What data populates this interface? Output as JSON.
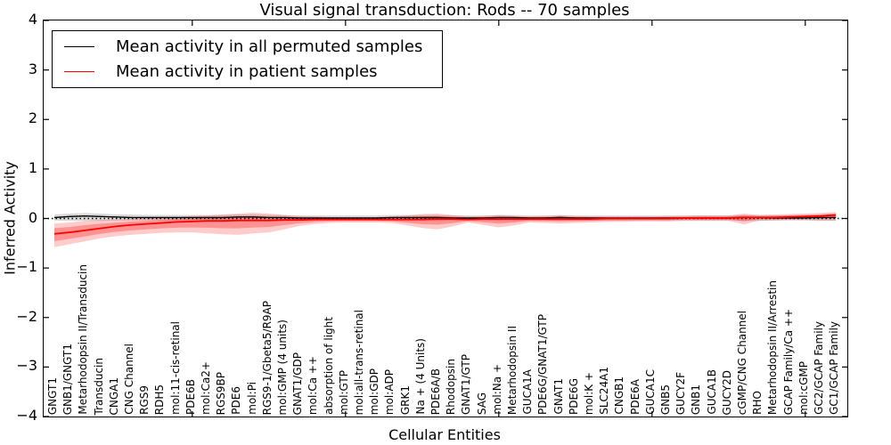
{
  "chart_data": {
    "type": "line",
    "title": "Visual signal transduction: Rods -- 70 samples",
    "xlabel": "Cellular Entities",
    "ylabel": "Inferred Activity",
    "ylim": [
      -4,
      4
    ],
    "yticks": [
      -4,
      -3,
      -2,
      -1,
      0,
      1,
      2,
      3,
      4
    ],
    "grid": false,
    "zero_line_style": "dotted",
    "legend_position": "upper left",
    "top_tick_indices": [
      9,
      19,
      29,
      39,
      49
    ],
    "categories": [
      "GNGT1",
      "GNB1/GNGT1",
      "Metarhodopsin II/Transducin",
      "Transducin",
      "CNGA1",
      "CNG Channel",
      "RGS9",
      "RDH5",
      "mol:11-cis-retinal",
      "PDE6B",
      "mol:Ca2+",
      "RGS9BP",
      "PDE6",
      "mol:Pi",
      "RGS9-1/Gbeta5/R9AP",
      "mol:GMP (4 units)",
      "GNAT1/GDP",
      "mol:Ca ++",
      "absorption of light",
      "mol:GTP",
      "mol:all-trans-retinal",
      "mol:GDP",
      "mol:ADP",
      "GRK1",
      "Na + (4 Units)",
      "PDE6A/B",
      "Rhodopsin",
      "GNAT1/GTP",
      "SAG",
      "mol:Na +",
      "Metarhodopsin II",
      "GUCA1A",
      "PDE6G/GNAT1/GTP",
      "GNAT1",
      "PDE6G",
      "mol:K +",
      "SLC24A1",
      "CNGB1",
      "PDE6A",
      "GUCA1C",
      "GNB5",
      "GUCY2F",
      "GNB1",
      "GUCA1B",
      "GUCY2D",
      "cGMP/CNG Channel",
      "RHO",
      "Metarhodopsin II/Arrestin",
      "GCAP Family/Ca ++",
      "mol:cGMP",
      "GC2/GCAP Family",
      "GC1/GCAP Family"
    ],
    "series": [
      {
        "name": "Mean activity in all permuted samples",
        "color": "#000000",
        "band_color": "#808080",
        "values": [
          0.02,
          0.04,
          0.05,
          0.04,
          0.03,
          0.02,
          0.02,
          0.02,
          0.02,
          0.02,
          0.02,
          0.02,
          0.03,
          0.03,
          0.02,
          0.02,
          0.01,
          0.01,
          0.01,
          0.01,
          0.01,
          0.01,
          0.02,
          0.02,
          0.02,
          0.02,
          0.01,
          0.01,
          0.01,
          0.02,
          0.02,
          0.01,
          0.01,
          0.02,
          0.01,
          0.01,
          0.01,
          0.01,
          0.01,
          0.01,
          0.01,
          0.01,
          0.01,
          0.01,
          0.01,
          0.02,
          0.02,
          0.01,
          0.01,
          0.01,
          0.02,
          0.02
        ],
        "band_upper": [
          0.08,
          0.1,
          0.11,
          0.1,
          0.08,
          0.08,
          0.07,
          0.07,
          0.07,
          0.07,
          0.07,
          0.07,
          0.08,
          0.08,
          0.07,
          0.07,
          0.06,
          0.06,
          0.06,
          0.06,
          0.06,
          0.06,
          0.07,
          0.07,
          0.07,
          0.07,
          0.06,
          0.06,
          0.06,
          0.07,
          0.07,
          0.06,
          0.06,
          0.07,
          0.06,
          0.06,
          0.06,
          0.06,
          0.06,
          0.06,
          0.06,
          0.06,
          0.06,
          0.06,
          0.06,
          0.07,
          0.07,
          0.06,
          0.06,
          0.06,
          0.06,
          0.06
        ],
        "band_lower": [
          -0.04,
          -0.05,
          -0.05,
          -0.05,
          -0.04,
          -0.04,
          -0.04,
          -0.04,
          -0.04,
          -0.04,
          -0.04,
          -0.04,
          -0.05,
          -0.05,
          -0.04,
          -0.04,
          -0.04,
          -0.04,
          -0.04,
          -0.04,
          -0.04,
          -0.04,
          -0.05,
          -0.05,
          -0.05,
          -0.05,
          -0.04,
          -0.04,
          -0.04,
          -0.05,
          -0.05,
          -0.04,
          -0.04,
          -0.05,
          -0.04,
          -0.04,
          -0.04,
          -0.04,
          -0.04,
          -0.04,
          -0.04,
          -0.04,
          -0.04,
          -0.04,
          -0.04,
          -0.05,
          -0.05,
          -0.04,
          -0.04,
          -0.04,
          -0.05,
          -0.05
        ]
      },
      {
        "name": "Mean activity in patient samples",
        "color": "#ff0000",
        "band_color": "#ff0000",
        "values": [
          -0.31,
          -0.28,
          -0.24,
          -0.2,
          -0.16,
          -0.13,
          -0.11,
          -0.09,
          -0.07,
          -0.06,
          -0.05,
          -0.05,
          -0.04,
          -0.04,
          -0.04,
          -0.03,
          -0.03,
          -0.02,
          -0.02,
          -0.02,
          -0.02,
          -0.02,
          -0.02,
          -0.02,
          -0.02,
          -0.01,
          -0.01,
          -0.02,
          -0.01,
          -0.01,
          -0.01,
          -0.01,
          -0.01,
          -0.01,
          -0.01,
          -0.01,
          0.0,
          0.0,
          0.0,
          0.0,
          0.0,
          0.01,
          0.01,
          0.01,
          0.01,
          0.02,
          0.02,
          0.02,
          0.03,
          0.04,
          0.05,
          0.07
        ],
        "band_upper": [
          -0.1,
          -0.08,
          -0.05,
          -0.03,
          -0.02,
          -0.01,
          0.0,
          0.02,
          0.03,
          0.05,
          0.06,
          0.08,
          0.1,
          0.12,
          0.1,
          0.07,
          0.05,
          0.04,
          0.03,
          0.03,
          0.03,
          0.03,
          0.04,
          0.06,
          0.09,
          0.1,
          0.07,
          0.04,
          0.05,
          0.07,
          0.05,
          0.04,
          0.05,
          0.06,
          0.05,
          0.04,
          0.04,
          0.04,
          0.04,
          0.04,
          0.05,
          0.05,
          0.06,
          0.06,
          0.06,
          0.1,
          0.07,
          0.08,
          0.09,
          0.1,
          0.11,
          0.13
        ],
        "band_lower": [
          -0.58,
          -0.52,
          -0.46,
          -0.4,
          -0.36,
          -0.33,
          -0.31,
          -0.29,
          -0.28,
          -0.28,
          -0.3,
          -0.32,
          -0.33,
          -0.3,
          -0.28,
          -0.22,
          -0.15,
          -0.11,
          -0.09,
          -0.08,
          -0.08,
          -0.08,
          -0.09,
          -0.14,
          -0.19,
          -0.22,
          -0.16,
          -0.08,
          -0.13,
          -0.18,
          -0.14,
          -0.08,
          -0.09,
          -0.1,
          -0.09,
          -0.08,
          -0.07,
          -0.07,
          -0.06,
          -0.06,
          -0.06,
          -0.05,
          -0.05,
          -0.05,
          -0.05,
          -0.12,
          -0.04,
          -0.04,
          -0.03,
          -0.03,
          -0.04,
          -0.04
        ]
      }
    ]
  }
}
